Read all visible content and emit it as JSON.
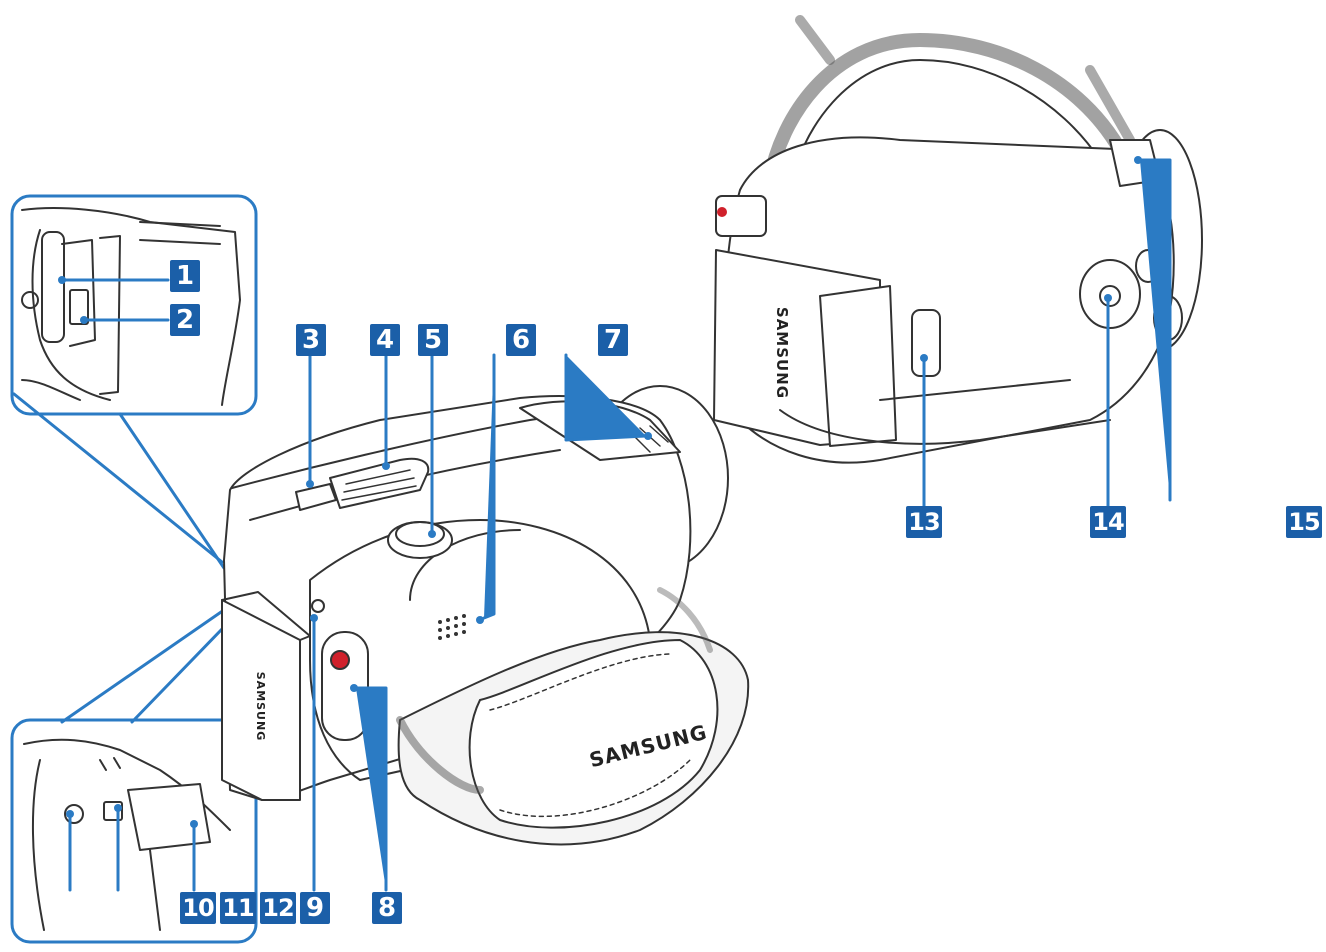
{
  "brand": "SAMSUNG",
  "callouts": [
    "1",
    "2",
    "3",
    "4",
    "5",
    "6",
    "7",
    "8",
    "9",
    "10",
    "11",
    "12",
    "13",
    "14",
    "15"
  ],
  "colors": {
    "badge": "#1b5fa8",
    "line": "#2b7bc4",
    "outline": "#333333",
    "record": "#d0202b"
  }
}
